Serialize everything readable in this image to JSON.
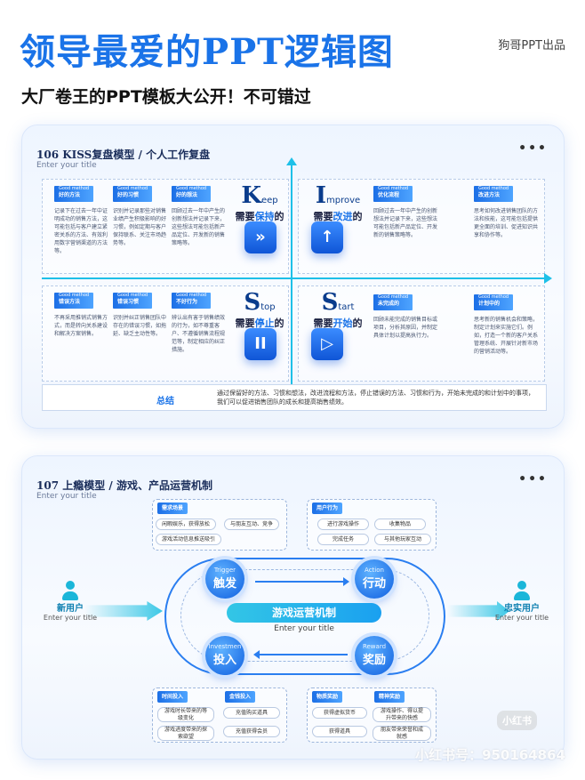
{
  "header": {
    "title": "领导最爱的PPT逻辑图",
    "brand": "狗哥PPT出品",
    "subtitle": "大厂卷王的PPT模板大公开！不可错过"
  },
  "kiss": {
    "title": "106 KISS复盘模型 / 个人工作复盘",
    "sub": "Enter your title",
    "dots": "•••",
    "keep": {
      "letter": "K",
      "rest": "eep",
      "cn_pre": "需要",
      "cn_key": "保持",
      "cn_post": "的",
      "icon": "»",
      "tags": [
        {
          "en": "Good method",
          "zh": "好的方法",
          "text": "记录下在过去一年中证明成功的销售方法，这可能包括与客户建立紧密关系的方法、有效利用数字营销渠道的方法等。"
        },
        {
          "en": "Good method",
          "zh": "好的习惯",
          "text": "识别并记录那些对销售业绩产生积极影响的好习惯，例如定期与客户保持联系、关注市场趋势等。"
        },
        {
          "en": "Good method",
          "zh": "好的想法",
          "text": "回顾过去一年中产生的创新想法并记录下来，这些想法可能包括新产品定位、开发新的销售策略等。"
        }
      ]
    },
    "improve": {
      "letter": "I",
      "rest": "mprove",
      "cn_pre": "需要",
      "cn_key": "改进",
      "cn_post": "的",
      "icon": "↑",
      "tags": [
        {
          "en": "Good method",
          "zh": "优化流程",
          "text": "回顾过去一年中产生的创新想法并记录下来，这些想法可能包括新产品定位、开发新的销售策略等。"
        },
        {
          "en": "Good method",
          "zh": "改进方法",
          "text": "思考如何改进销售团队的方法和技能，这可能包括提供更全面的培训、促进知识共享和协作等。"
        }
      ]
    },
    "stop": {
      "letter": "S",
      "rest": "top",
      "cn_pre": "需要",
      "cn_key": "停止",
      "cn_post": "的",
      "icon": "II",
      "tags": [
        {
          "en": "Good method",
          "zh": "错误方法",
          "text": "不再采用推销式销售方式，而是转向关系建设和解决方案销售。"
        },
        {
          "en": "Good method",
          "zh": "错误习惯",
          "text": "识别并纠正销售团队中存在的错误习惯，如拖延、缺乏主动性等。"
        },
        {
          "en": "Good method",
          "zh": "不好行为",
          "text": "辨认出有害于销售绩效的行为，如不尊重客户、不遵循销售流程规范等，制定相应的纠正措施。"
        }
      ]
    },
    "start": {
      "letter": "S",
      "rest": "tart",
      "cn_pre": "需要",
      "cn_key": "开始",
      "cn_post": "的",
      "icon": "▷",
      "tags": [
        {
          "en": "Good method",
          "zh": "未完成的",
          "text": "回顾未能完成的销售目标或项目，分析其原因，并制定具体计划以提高执行力。"
        },
        {
          "en": "Good method",
          "zh": "计划中的",
          "text": "思考新的销售机会和策略，制定计划来实施它们。例如，打造一个新的客户关系管理系统、开展针对新市场的营销活动等。"
        }
      ]
    },
    "summary_label": "总结",
    "summary_text": "通过保留好的方法、习惯和想法，改进流程和方法，停止错误的方法、习惯和行为，开始未完成的和计划中的事项，我们可以促进销售团队的成长和提高销售绩效。"
  },
  "hook": {
    "title": "107 上瘾模型 / 游戏、产品运营机制",
    "sub": "Enter your title",
    "dots": "•••",
    "needs": {
      "tag": "需求场景",
      "items": [
        "闲暇娱乐，获得放松",
        "与朋友互动、竞争",
        "游戏活动信息推送吸引"
      ]
    },
    "actions": {
      "tag": "用户行为",
      "items": [
        "进行游戏操作",
        "收集物品",
        "完成任务",
        "与其他玩家互动"
      ]
    },
    "time": {
      "tag": "时间投入",
      "items": [
        "游戏时长带来的等级变化",
        "游戏进度带来的探索欲望"
      ]
    },
    "money": {
      "tag": "金钱投入",
      "items": [
        "充值购买道具",
        "充值获得会员"
      ]
    },
    "goods": {
      "tag": "物质奖励",
      "items": [
        "获得虚拟货币",
        "获得道具"
      ]
    },
    "spirit": {
      "tag": "精神奖励",
      "items": [
        "游戏操作、得以提升带来的快感",
        "朋友带来荣誉和成就感"
      ]
    },
    "nodes": {
      "trigger": {
        "en": "Trigger",
        "zh": "触发"
      },
      "action": {
        "en": "Action",
        "zh": "行动"
      },
      "reward": {
        "en": "Reward",
        "zh": "奖励"
      },
      "invest": {
        "en": "Investmen",
        "zh": "投入"
      }
    },
    "center": "游戏运营机制",
    "center_sub": "Enter your title",
    "new_user": {
      "zh": "新用户",
      "en": "Enter your title"
    },
    "loyal_user": {
      "zh": "忠实用户",
      "en": "Enter your title"
    },
    "wm_logo": "小红书",
    "watermark": "小红书号：950164864"
  }
}
